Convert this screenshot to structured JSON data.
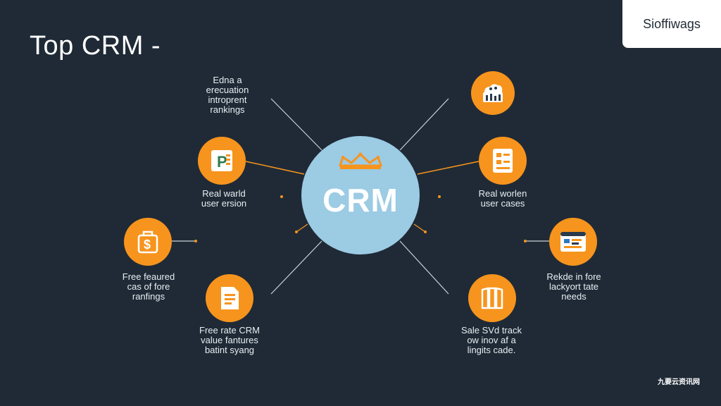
{
  "title": "Top CRM -",
  "brand": "Sioffiwags",
  "watermark": "九要云资讯网",
  "hub": {
    "label": "CRM"
  },
  "labels": {
    "top_left": "Edna a\nerecuation\nintroprent\nrankings",
    "mid_left": "Real warld\nuser ersion",
    "far_left": "Free feaured\ncas of fore\nranfings",
    "bottom_left": "Free rate CRM\nvalue fantures\nbatint syang",
    "mid_right": "Real worlen\nuser cases",
    "far_right": "Rekde in fore\nlackyort tate\nneeds",
    "bottom_right": "Sale SVd track\now inov af a\nlingits cade."
  },
  "colors": {
    "background": "#1f2a36",
    "accent": "#f7941d",
    "hub": "#9ccbe4",
    "line": "#c9d2da"
  },
  "icons": {
    "top_right": "cloud-chart-icon",
    "mid_right": "document-list-icon",
    "far_right": "dashboard-icon",
    "bottom_right": "book-icon",
    "mid_left": "p-document-icon",
    "far_left": "dollar-bag-icon",
    "bottom_left": "file-text-icon"
  }
}
